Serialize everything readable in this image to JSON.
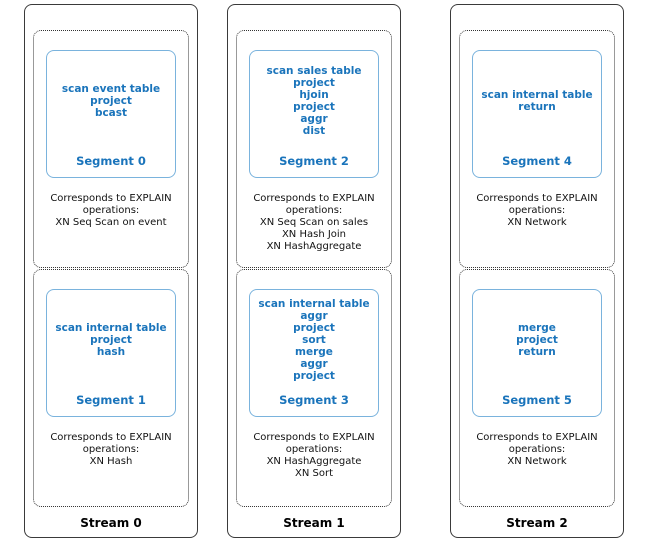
{
  "streams": [
    {
      "label": "Stream 0",
      "segments": [
        {
          "ops": [
            "scan event table",
            "project",
            "bcast"
          ],
          "label": "Segment 0",
          "explain": [
            "Corresponds to EXPLAIN",
            "operations:",
            "XN Seq Scan on event"
          ]
        },
        {
          "ops": [
            "scan internal table",
            "project",
            "hash"
          ],
          "label": "Segment 1",
          "explain": [
            "Corresponds to EXPLAIN",
            "operations:",
            "XN Hash"
          ]
        }
      ]
    },
    {
      "label": "Stream 1",
      "segments": [
        {
          "ops": [
            "scan sales table",
            "project",
            "hjoin",
            "project",
            "aggr",
            "dist"
          ],
          "label": "Segment 2",
          "explain": [
            "Corresponds to EXPLAIN",
            "operations:",
            "XN Seq Scan on sales",
            "XN Hash Join",
            "XN HashAggregate"
          ]
        },
        {
          "ops": [
            "scan internal table",
            "aggr",
            "project",
            "sort",
            "merge",
            "aggr",
            "project"
          ],
          "label": "Segment 3",
          "explain": [
            "Corresponds to EXPLAIN",
            "operations:",
            "XN HashAggregate",
            "XN Sort"
          ]
        }
      ]
    },
    {
      "label": "Stream 2",
      "segments": [
        {
          "ops": [
            "scan internal table",
            "return"
          ],
          "label": "Segment 4",
          "explain": [
            "Corresponds to EXPLAIN",
            "operations:",
            "XN Network"
          ]
        },
        {
          "ops": [
            "merge",
            "project",
            "return"
          ],
          "label": "Segment 5",
          "explain": [
            "Corresponds to EXPLAIN",
            "operations:",
            "XN Network"
          ]
        }
      ]
    }
  ],
  "colors": {
    "segment_text": "#1a74bb",
    "segment_border": "#7ab3dd",
    "stream_border": "#3a3a3a"
  }
}
